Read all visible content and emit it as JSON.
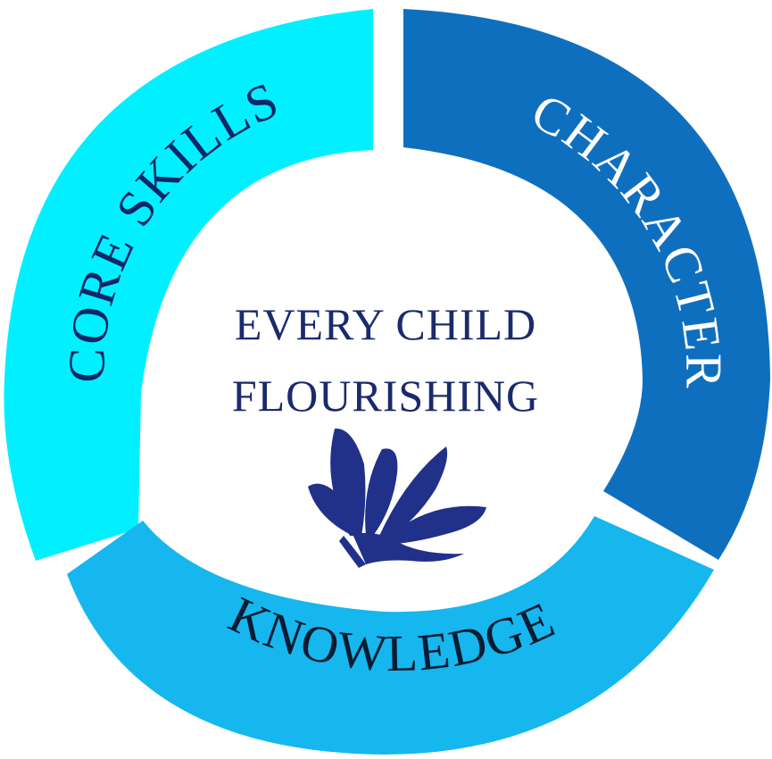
{
  "center": {
    "line1": "EVERY CHILD",
    "line2": "FLOURISHING",
    "text_color": "#1a2a6c",
    "icon": "flower-icon"
  },
  "segments": {
    "core_skills": {
      "label": "CORE SKILLS",
      "fill": "#00f0ff",
      "text_color": "#0f2766"
    },
    "character": {
      "label": "CHARACTER",
      "fill": "#0f6fbf",
      "text_color": "#ffffff"
    },
    "knowledge": {
      "label": "KNOWLEDGE",
      "fill": "#15b7ee",
      "text_color": "#0a1c33"
    }
  },
  "colors": {
    "flower": "#21318a",
    "background": "#ffffff"
  }
}
